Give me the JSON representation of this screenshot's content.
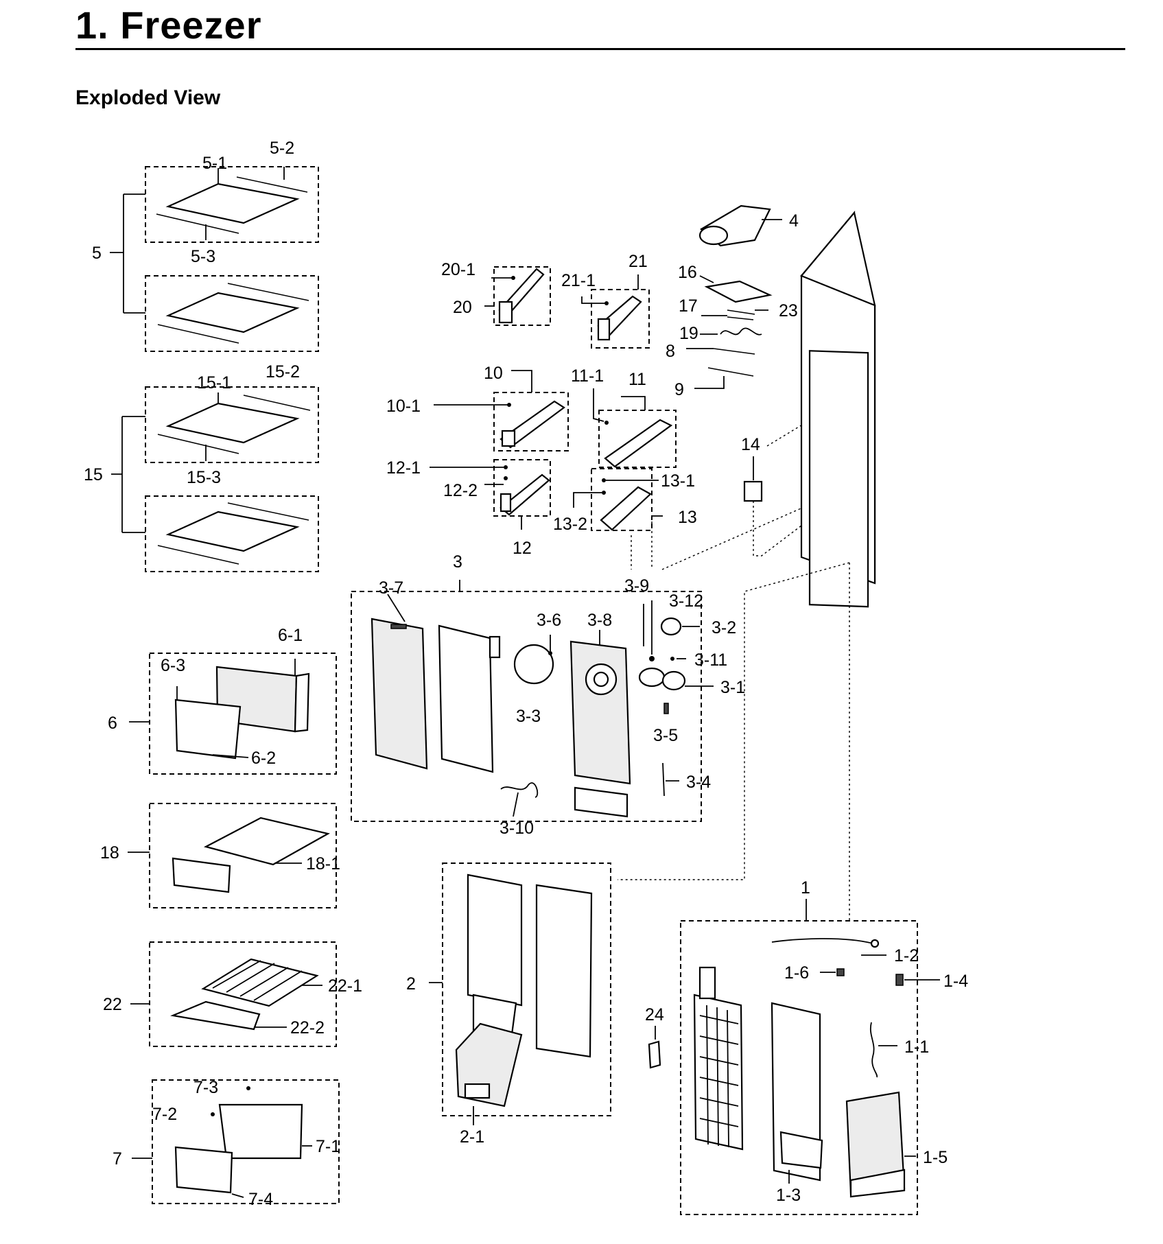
{
  "header": {
    "title": "1.  Freezer",
    "subtitle": "Exploded View"
  },
  "labels": {
    "l5": "5",
    "l5_1": "5-1",
    "l5_2": "5-2",
    "l5_3": "5-3",
    "l15": "15",
    "l15_1": "15-1",
    "l15_2": "15-2",
    "l15_3": "15-3",
    "l6": "6",
    "l6_1": "6-1",
    "l6_2": "6-2",
    "l6_3": "6-3",
    "l18": "18",
    "l18_1": "18-1",
    "l22": "22",
    "l22_1": "22-1",
    "l22_2": "22-2",
    "l7": "7",
    "l7_1": "7-1",
    "l7_2": "7-2",
    "l7_3": "7-3",
    "l7_4": "7-4",
    "l20_1": "20-1",
    "l20": "20",
    "l21_1": "21-1",
    "l21": "21",
    "l10": "10",
    "l10_1": "10-1",
    "l11_1": "11-1",
    "l11": "11",
    "l12_1": "12-1",
    "l12_2": "12-2",
    "l12": "12",
    "l13_1": "13-1",
    "l13_2": "13-2",
    "l13": "13",
    "l4": "4",
    "l16": "16",
    "l17": "17",
    "l23": "23",
    "l19": "19",
    "l8": "8",
    "l9": "9",
    "l14": "14",
    "l3": "3",
    "l3_7": "3-7",
    "l3_6": "3-6",
    "l3_8": "3-8",
    "l3_9": "3-9",
    "l3_12": "3-12",
    "l3_2": "3-2",
    "l3_11": "3-11",
    "l3_1": "3-1",
    "l3_3": "3-3",
    "l3_5": "3-5",
    "l3_4": "3-4",
    "l3_10": "3-10",
    "l2": "2",
    "l2_1": "2-1",
    "l24": "24",
    "l1": "1",
    "l1_2": "1-2",
    "l1_6": "1-6",
    "l1_4": "1-4",
    "l1_1": "1-1",
    "l1_5": "1-5",
    "l1_3": "1-3"
  }
}
